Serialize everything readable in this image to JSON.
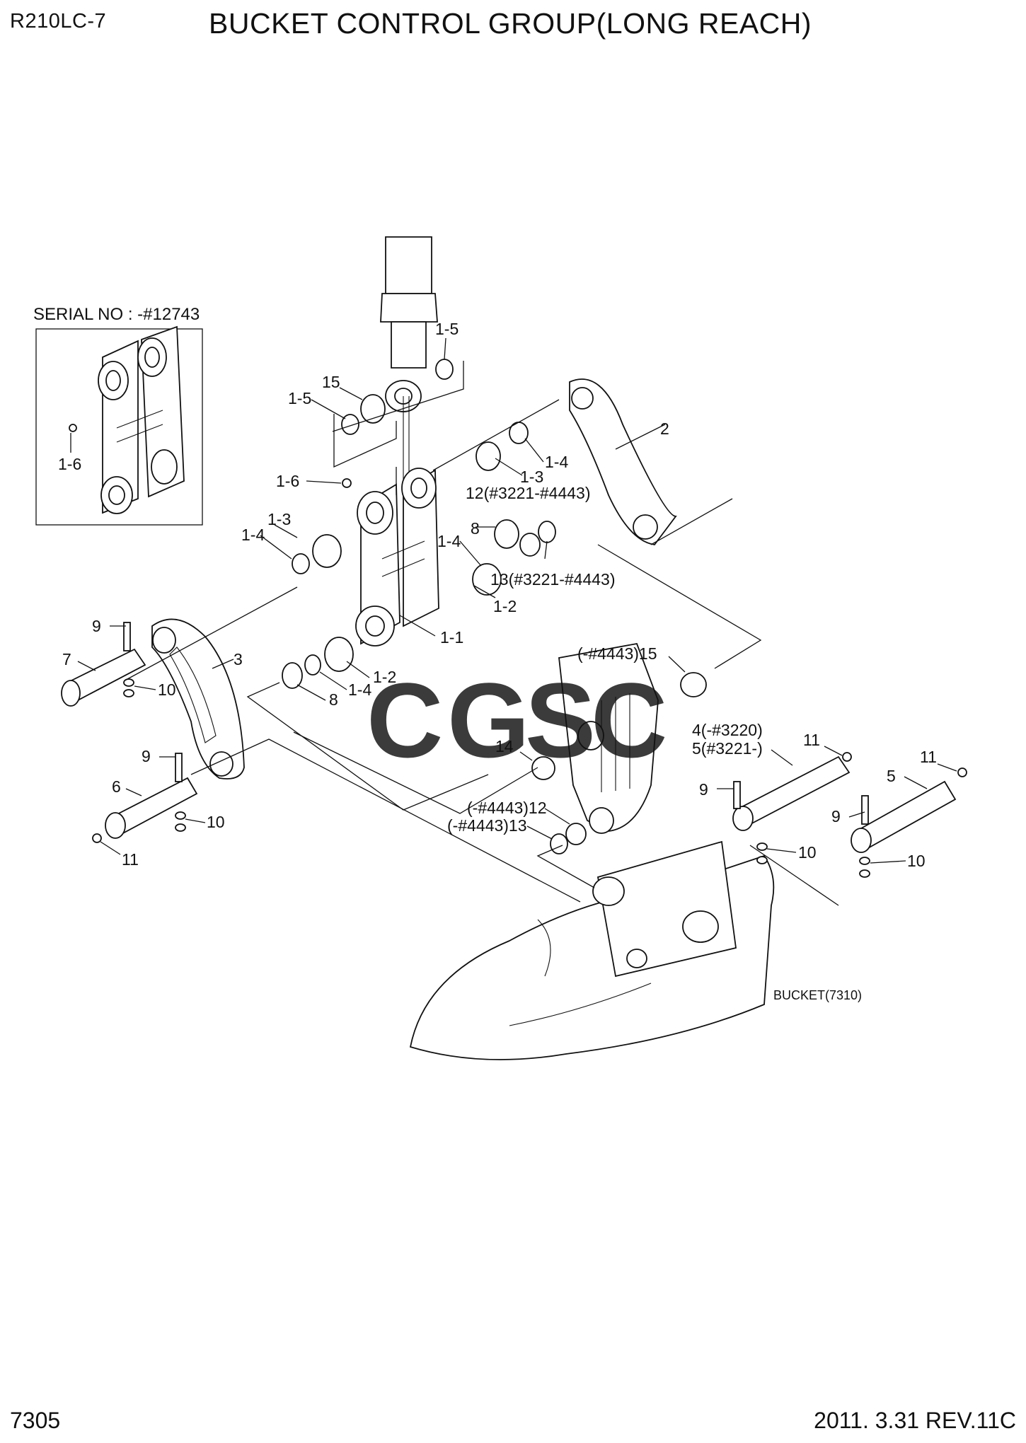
{
  "header": {
    "model": "R210LC-7",
    "title": "BUCKET CONTROL GROUP(LONG REACH)"
  },
  "footer": {
    "page_number": "7305",
    "revision": "2011. 3.31 REV.11C"
  },
  "inset": {
    "serial_label": "SERIAL NO : -#12743",
    "callout": "1-6"
  },
  "bucket_label": "BUCKET(7310)",
  "watermark": {
    "letters": [
      "C",
      "G",
      "S",
      "C"
    ],
    "colors": [
      "#4f8cf0",
      "#ec5b55",
      "#f6c93b",
      "#2eaa6a"
    ]
  },
  "callouts": [
    "1-5",
    "15",
    "1-5",
    "2",
    "1-4",
    "1-3",
    "1-6",
    "12(#3221-#4443)",
    "1-3",
    "1-4",
    "1-4",
    "8",
    "13(#3221-#4443)",
    "1-2",
    "1-1",
    "9",
    "7",
    "3",
    "10",
    "1-2",
    "1-4",
    "8",
    "(-#4443)15",
    "4(-#3220)",
    "5(#3221-)",
    "11",
    "11",
    "14",
    "9",
    "6",
    "5",
    "9",
    "10",
    "(-#4443)12",
    "(-#4443)13",
    "11",
    "10",
    "10",
    "9"
  ]
}
